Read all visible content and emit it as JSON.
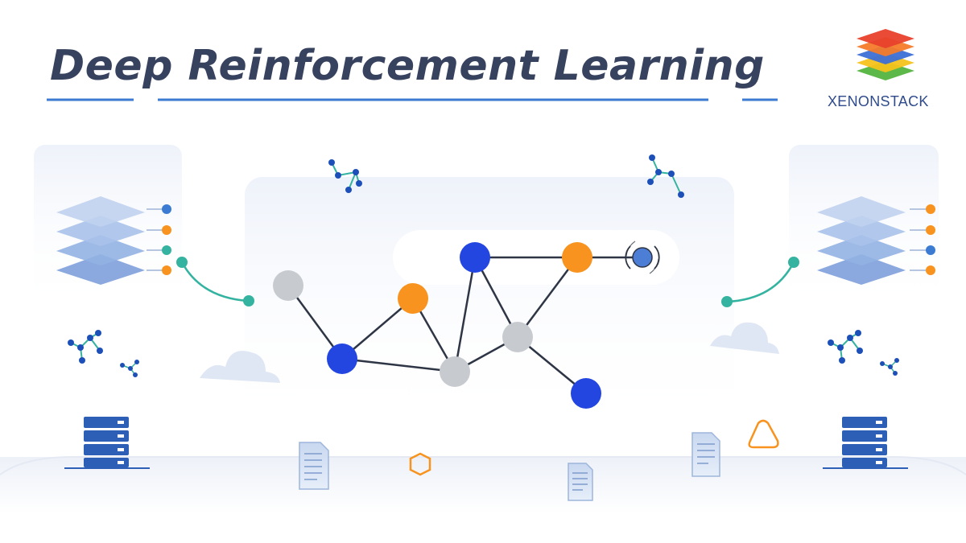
{
  "header": {
    "title": "Deep Reinforcement Learning"
  },
  "brand": {
    "name": "XENONSTACK",
    "logo_icon": "stacked-layers-logo",
    "logo_colors": [
      "#e8412c",
      "#f47b2a",
      "#3b6fd6",
      "#f5c21b",
      "#5cb848"
    ]
  },
  "colors": {
    "title_text": "#37425f",
    "accent_blue": "#3b7bd1",
    "node_blue": "#2346e0",
    "node_orange": "#f7931e",
    "node_gray": "#c7cacf",
    "edge": "#2e3545",
    "connector_teal": "#35b3a1"
  },
  "icons": [
    "layer-stack-icon",
    "server-rack-icon",
    "document-icon",
    "cloud-icon",
    "molecule-icon",
    "hexagon-icon",
    "triangle-icon",
    "signal-node-icon"
  ]
}
